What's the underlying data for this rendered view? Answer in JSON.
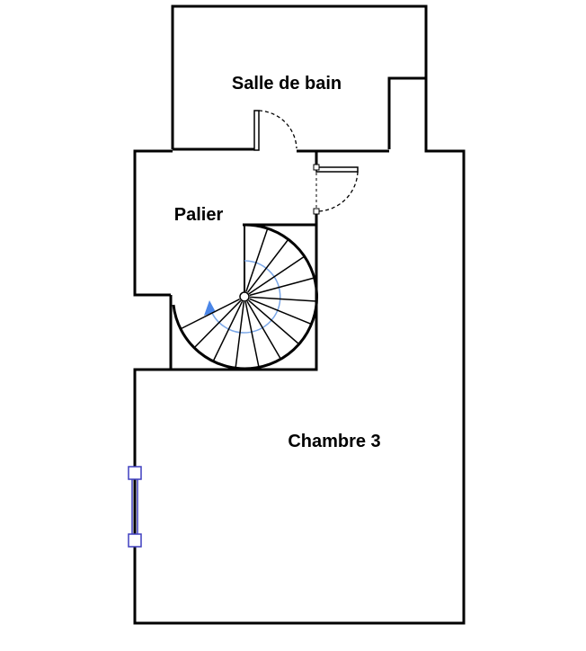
{
  "rooms": {
    "salle_de_bain": "Salle de bain",
    "palier": "Palier",
    "chambre_3": "Chambre 3"
  },
  "colors": {
    "wall": "#000000",
    "stair_arrow": "#4a86e8",
    "window": "#3f3fbf",
    "background": "#ffffff"
  }
}
